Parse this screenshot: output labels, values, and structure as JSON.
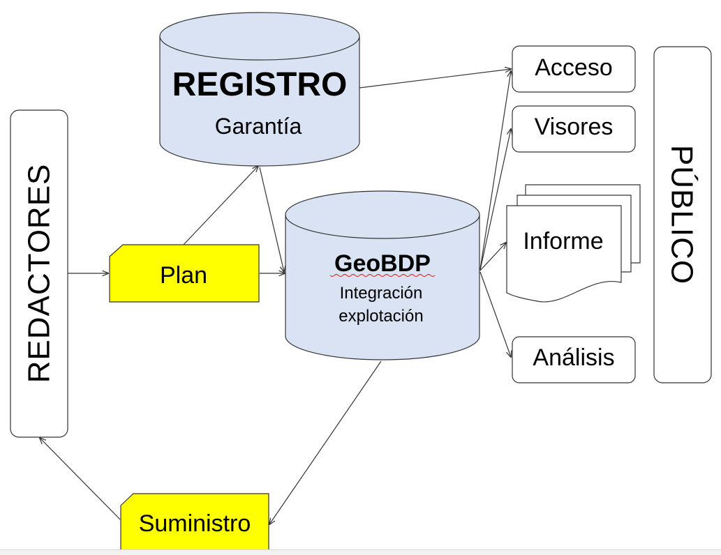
{
  "colors": {
    "cylinder_fill": "#dae3f3",
    "document_fill": "#ffff00",
    "stroke": "#333333",
    "spellcheck_underline": "#e03030"
  },
  "nodes": {
    "redactores": "REDACTORES",
    "publico": "PÚBLICO",
    "registro": {
      "title": "REGISTRO",
      "subtitle": "Garantía"
    },
    "geobdp": {
      "title": "GeoBDP",
      "line1": "Integración",
      "line2": "explotación"
    },
    "plan": "Plan",
    "suministro": "Suministro",
    "acceso": "Acceso",
    "visores": "Visores",
    "informe": "Informe",
    "analisis": "Análisis"
  }
}
